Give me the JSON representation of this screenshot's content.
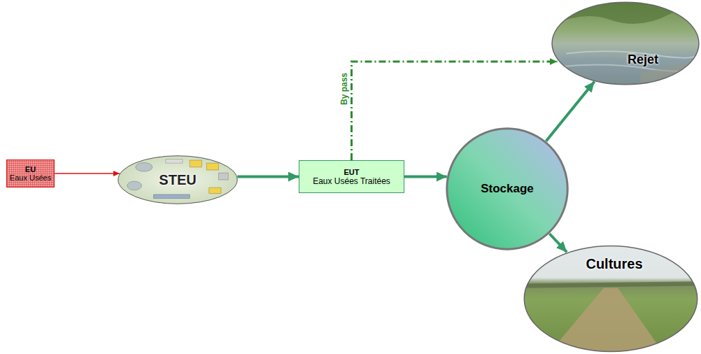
{
  "diagram": {
    "nodes": [
      {
        "text": [
          "EU",
          "Eaux Usées"
        ]
      },
      {
        "text": [
          "STEU"
        ]
      },
      {
        "text": [
          "EUT",
          "Eaux Usées Traitées"
        ]
      },
      {
        "text": [
          "Stockage"
        ]
      },
      {
        "text": [
          "Rejet"
        ]
      },
      {
        "text": [
          "Cultures"
        ]
      }
    ],
    "edges": [
      {
        "from": 0,
        "to": 1,
        "arrow": "to"
      },
      {
        "from": 1,
        "to": 2,
        "arrow": "to"
      },
      {
        "from": 2,
        "to": 3,
        "arrow": "to"
      },
      {
        "from": 2,
        "to": 4,
        "label": "By pass",
        "arrow": "to"
      },
      {
        "from": 3,
        "to": 4,
        "arrow": "to"
      },
      {
        "from": 3,
        "to": 5,
        "arrow": "to"
      }
    ]
  }
}
